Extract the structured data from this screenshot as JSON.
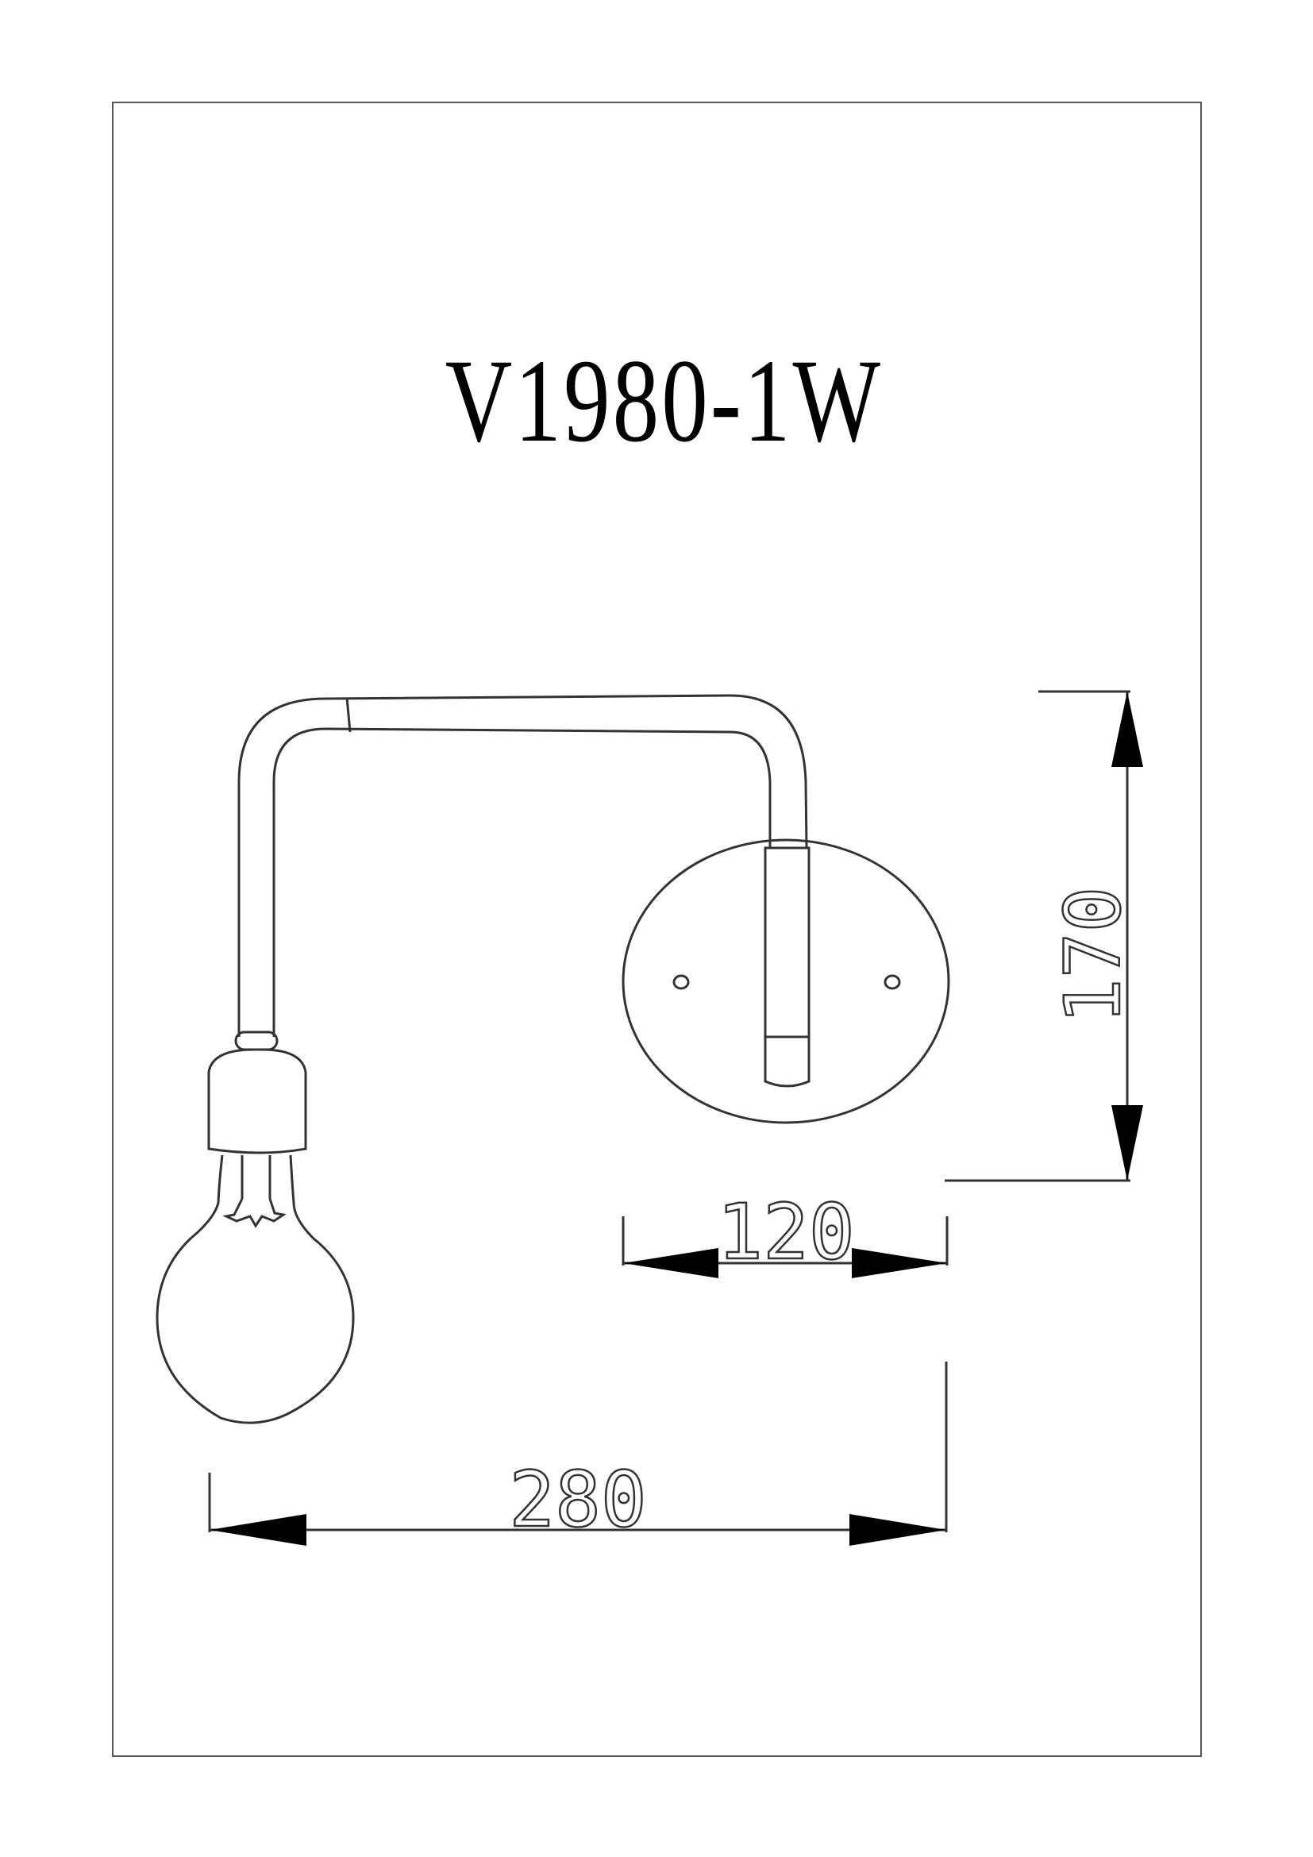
{
  "title": "V1980-1W",
  "drawing": {
    "subject": "wall sconce with bare bulb, bent arm and round wall plate",
    "line_color": "#333333",
    "frame_color": "#555555",
    "background": "#ffffff"
  },
  "dimensions": {
    "height": {
      "label": "170",
      "orientation": "vertical"
    },
    "plate_width": {
      "label": "120",
      "orientation": "horizontal"
    },
    "total_width": {
      "label": "280",
      "orientation": "horizontal"
    }
  }
}
